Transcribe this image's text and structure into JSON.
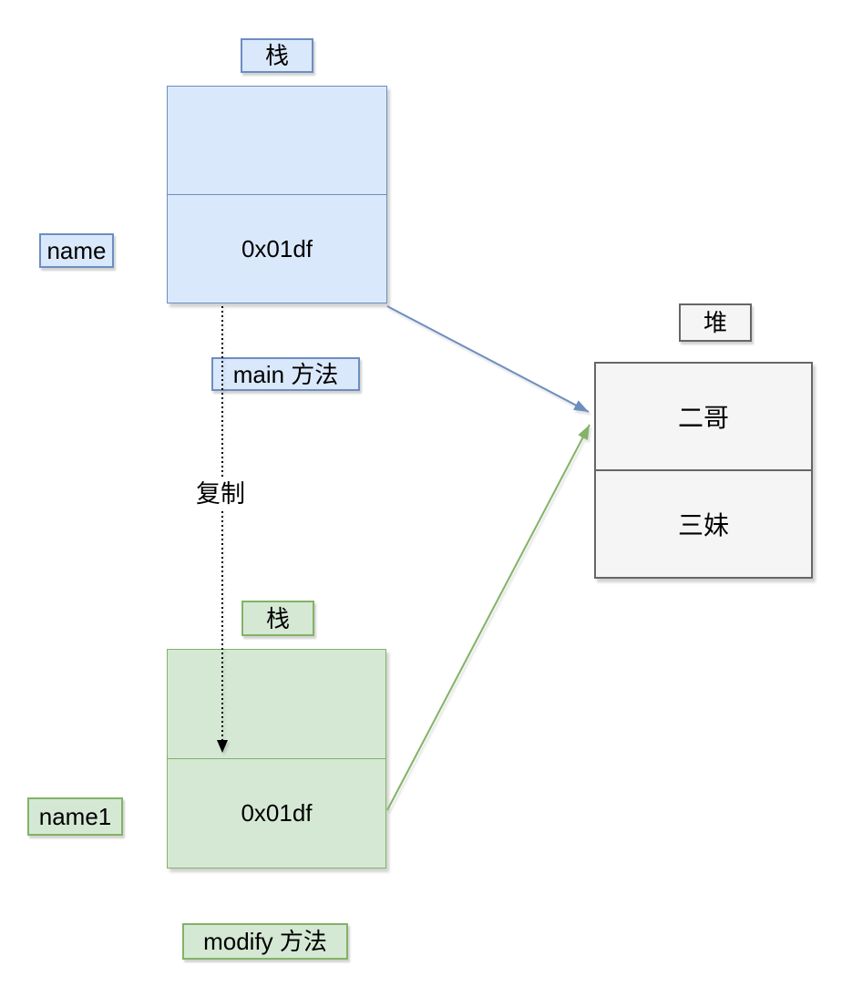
{
  "colors": {
    "bg": "#ffffff",
    "text": "#000000",
    "blue-fill": "#dae8fc",
    "blue-stroke": "#6c8ebf",
    "green-fill": "#d5e8d4",
    "green-stroke": "#82b366",
    "gray-fill": "#f5f5f5",
    "gray-stroke": "#666666",
    "copy-stroke": "#000000"
  },
  "main_stack": {
    "title": "栈",
    "var_name": "name",
    "value": "0x01df",
    "method": "main 方法"
  },
  "modify_stack": {
    "title": "栈",
    "var_name": "name1",
    "value": "0x01df",
    "method": "modify 方法"
  },
  "heap": {
    "title": "堆",
    "cell1": "二哥",
    "cell2": "三妹"
  },
  "copy_arrow": {
    "label": "复制"
  }
}
